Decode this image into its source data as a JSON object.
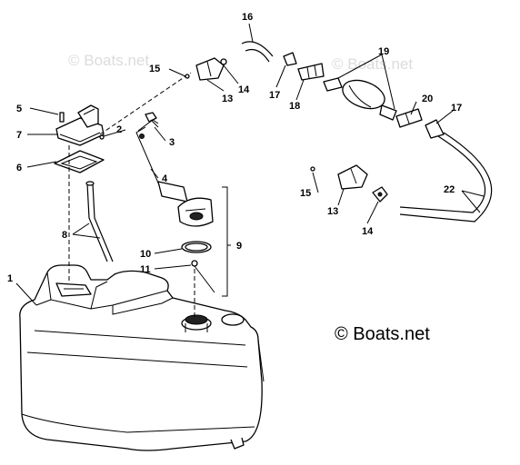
{
  "watermark": "© Boats.net",
  "copyright": "© Boats.net",
  "callouts": [
    "1",
    "2",
    "3",
    "4",
    "5",
    "6",
    "7",
    "8",
    "9",
    "10",
    "11",
    "13",
    "13",
    "14",
    "14",
    "15",
    "15",
    "16",
    "17",
    "17",
    "18",
    "19",
    "20",
    "22"
  ]
}
